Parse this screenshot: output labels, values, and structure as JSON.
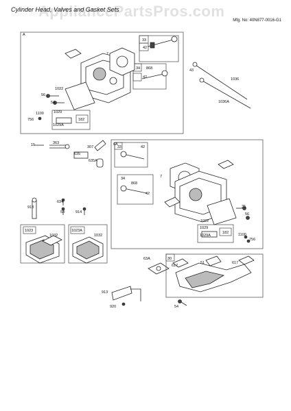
{
  "header": {
    "title": "Cylinder Head, Valves and Gasket Sets",
    "watermark": "AppliancePartsPros.com",
    "model_number": "Mfg. No: 40N877-0016-G1"
  },
  "callouts": [
    {
      "label": "A"
    },
    {
      "label": "33"
    },
    {
      "label": "42"
    },
    {
      "label": "7"
    },
    {
      "label": "34"
    },
    {
      "label": "868"
    },
    {
      "label": "42"
    },
    {
      "label": "1022"
    },
    {
      "label": "56"
    },
    {
      "label": "54"
    },
    {
      "label": "1100"
    },
    {
      "label": "1029"
    },
    {
      "label": "756"
    },
    {
      "label": "1029A"
    },
    {
      "label": "182"
    },
    {
      "label": "43"
    },
    {
      "label": "1036"
    },
    {
      "label": "1036A"
    },
    {
      "label": "15"
    },
    {
      "label": "363"
    },
    {
      "label": "307"
    },
    {
      "label": "635"
    },
    {
      "label": "635A"
    },
    {
      "label": "6A"
    },
    {
      "label": "33"
    },
    {
      "label": "42"
    },
    {
      "label": "7"
    },
    {
      "label": "34"
    },
    {
      "label": "868"
    },
    {
      "label": "42"
    },
    {
      "label": "913"
    },
    {
      "label": "634"
    },
    {
      "label": "58"
    },
    {
      "label": "914"
    },
    {
      "label": "1022"
    },
    {
      "label": "35"
    },
    {
      "label": "56"
    },
    {
      "label": "1029"
    },
    {
      "label": "1029A"
    },
    {
      "label": "182"
    },
    {
      "label": "1100"
    },
    {
      "label": "756"
    },
    {
      "label": "1023"
    },
    {
      "label": "1032"
    },
    {
      "label": "1023A"
    },
    {
      "label": "1032"
    },
    {
      "label": "63A"
    },
    {
      "label": "30"
    },
    {
      "label": "617"
    },
    {
      "label": "51"
    },
    {
      "label": "617"
    },
    {
      "label": "913"
    },
    {
      "label": "920"
    },
    {
      "label": "54"
    }
  ]
}
